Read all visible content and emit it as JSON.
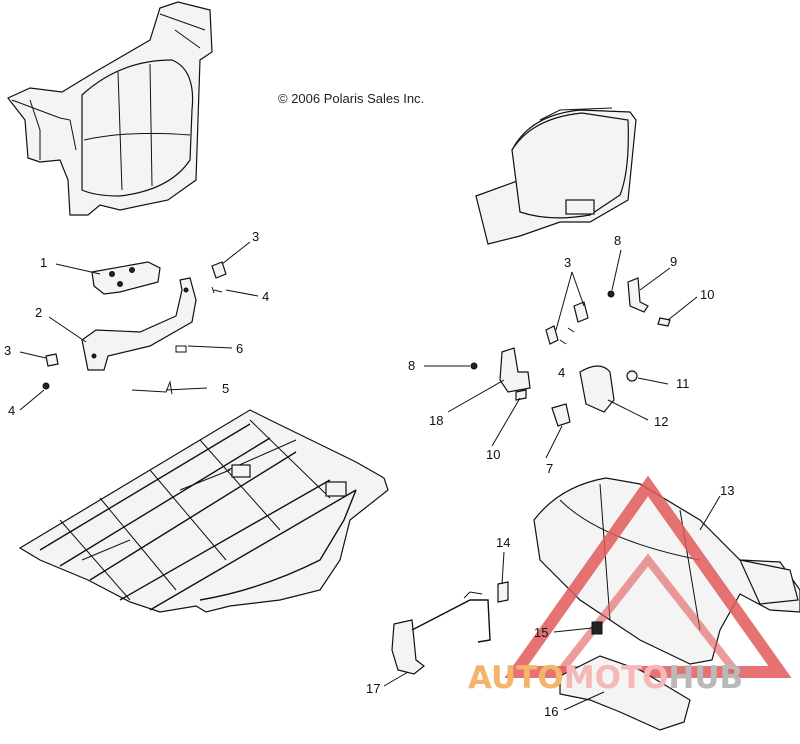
{
  "copyright": "© 2006 Polaris Sales Inc.",
  "watermark": {
    "word1": "AUTO",
    "word2": "MOTO",
    "word3": "HUB",
    "colors": {
      "auto": "#f4b46a",
      "moto": "#f5b7b7",
      "hub": "#b9b9b9",
      "triangle": "#e05a5a"
    }
  },
  "callouts": {
    "c1": "1",
    "c2": "2",
    "c3a": "3",
    "c3b": "3",
    "c3c": "3",
    "c4a": "4",
    "c4b": "4",
    "c4c": "4",
    "c5": "5",
    "c6": "6",
    "c7": "7",
    "c8a": "8",
    "c8b": "8",
    "c9": "9",
    "c10a": "10",
    "c10b": "10",
    "c11": "11",
    "c12": "12",
    "c13": "13",
    "c14": "14",
    "c15": "15",
    "c16": "16",
    "c17": "17",
    "c18": "18"
  }
}
